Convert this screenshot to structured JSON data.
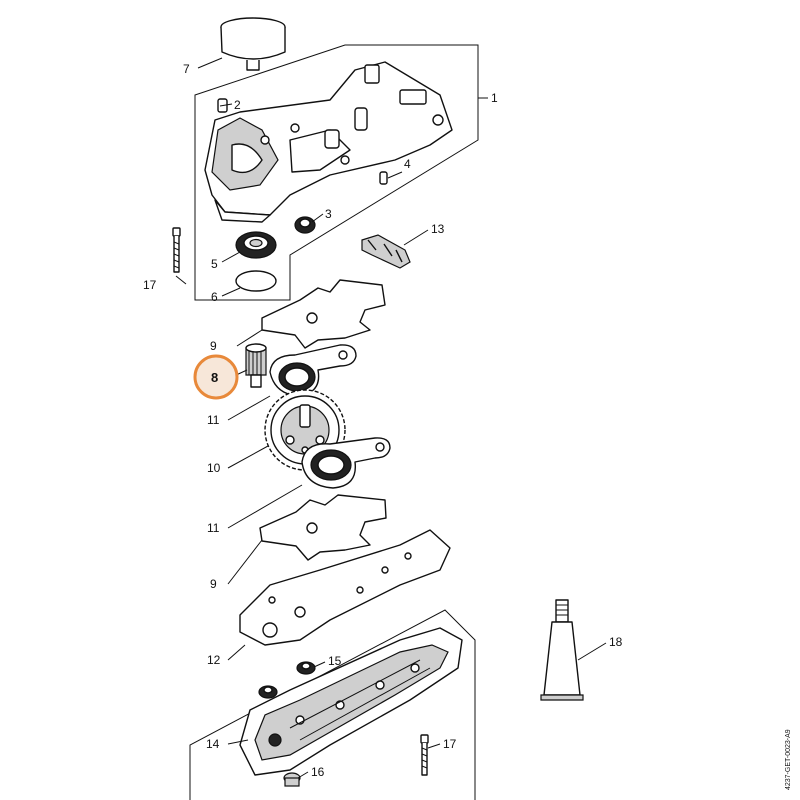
{
  "diagram": {
    "callouts": [
      {
        "id": "1",
        "label": "1"
      },
      {
        "id": "2",
        "label": "2"
      },
      {
        "id": "3",
        "label": "3"
      },
      {
        "id": "4",
        "label": "4"
      },
      {
        "id": "5",
        "label": "5"
      },
      {
        "id": "6",
        "label": "6"
      },
      {
        "id": "7",
        "label": "7"
      },
      {
        "id": "8",
        "label": "8"
      },
      {
        "id": "9a",
        "label": "9"
      },
      {
        "id": "9b",
        "label": "9"
      },
      {
        "id": "10",
        "label": "10"
      },
      {
        "id": "11a",
        "label": "11"
      },
      {
        "id": "11b",
        "label": "11"
      },
      {
        "id": "12",
        "label": "12"
      },
      {
        "id": "13",
        "label": "13"
      },
      {
        "id": "14",
        "label": "14"
      },
      {
        "id": "15",
        "label": "15"
      },
      {
        "id": "16",
        "label": "16"
      },
      {
        "id": "17a",
        "label": "17"
      },
      {
        "id": "17b",
        "label": "17"
      },
      {
        "id": "18",
        "label": "18"
      }
    ],
    "highlighted_part": "8",
    "highlight_color": "#e8893a",
    "reference_code": "4237-GET-0023-A9"
  }
}
